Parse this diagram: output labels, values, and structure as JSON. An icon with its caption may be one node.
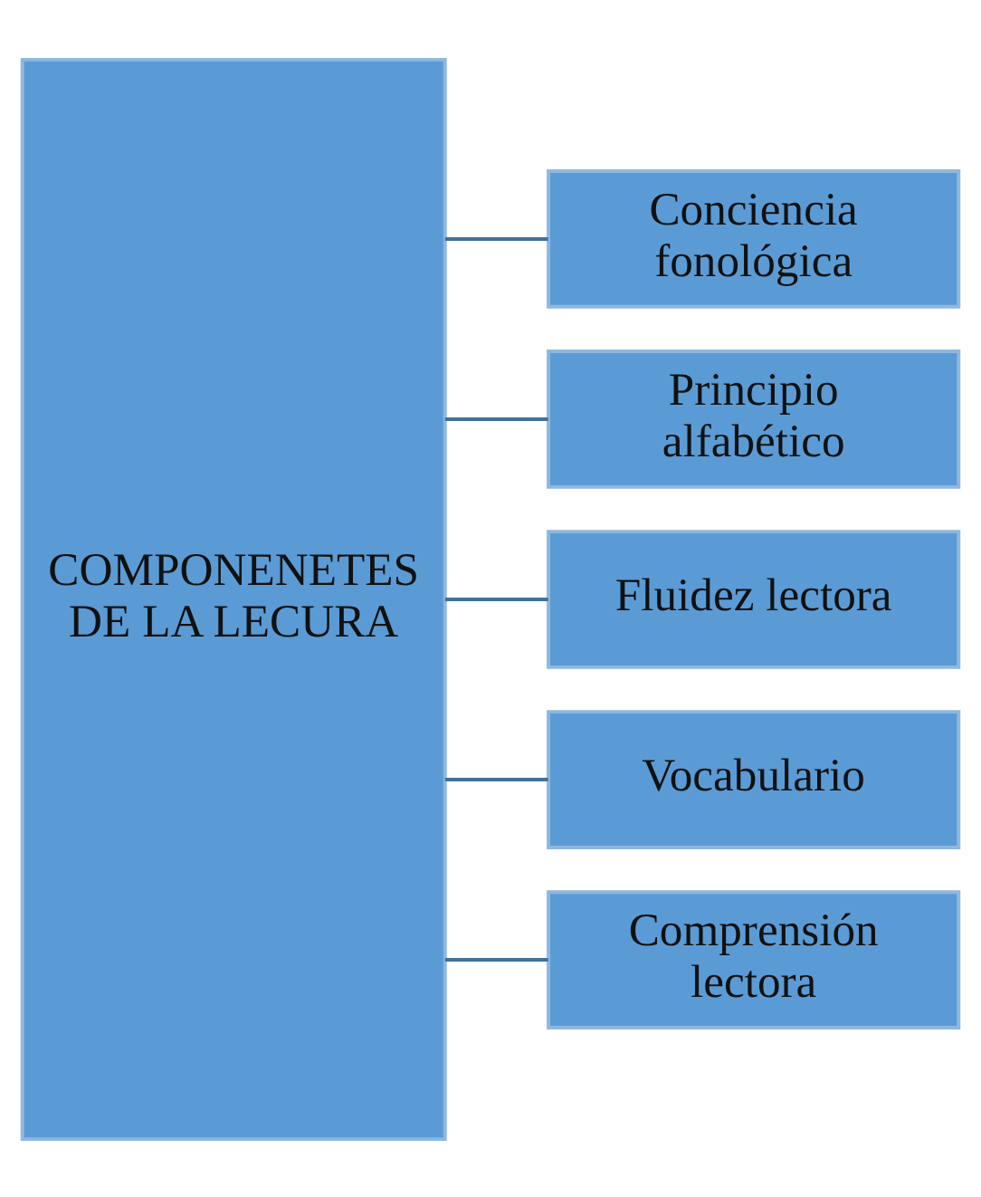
{
  "diagram": {
    "nodes": [
      {
        "text": [
          "COMPONENETES DE LA LECURA"
        ]
      },
      {
        "text": [
          "Conciencia fonológica"
        ]
      },
      {
        "text": [
          "Principio alfabético"
        ]
      },
      {
        "text": [
          "Fluidez lectora"
        ]
      },
      {
        "text": [
          "Vocabulario"
        ]
      },
      {
        "text": [
          "Comprensión lectora"
        ]
      }
    ],
    "edges": [
      {
        "from": 0,
        "to": 1,
        "arrow": "none"
      },
      {
        "from": 0,
        "to": 2,
        "arrow": "none"
      },
      {
        "from": 0,
        "to": 3,
        "arrow": "none"
      },
      {
        "from": 0,
        "to": 4,
        "arrow": "none"
      },
      {
        "from": 0,
        "to": 5,
        "arrow": "none"
      }
    ]
  }
}
